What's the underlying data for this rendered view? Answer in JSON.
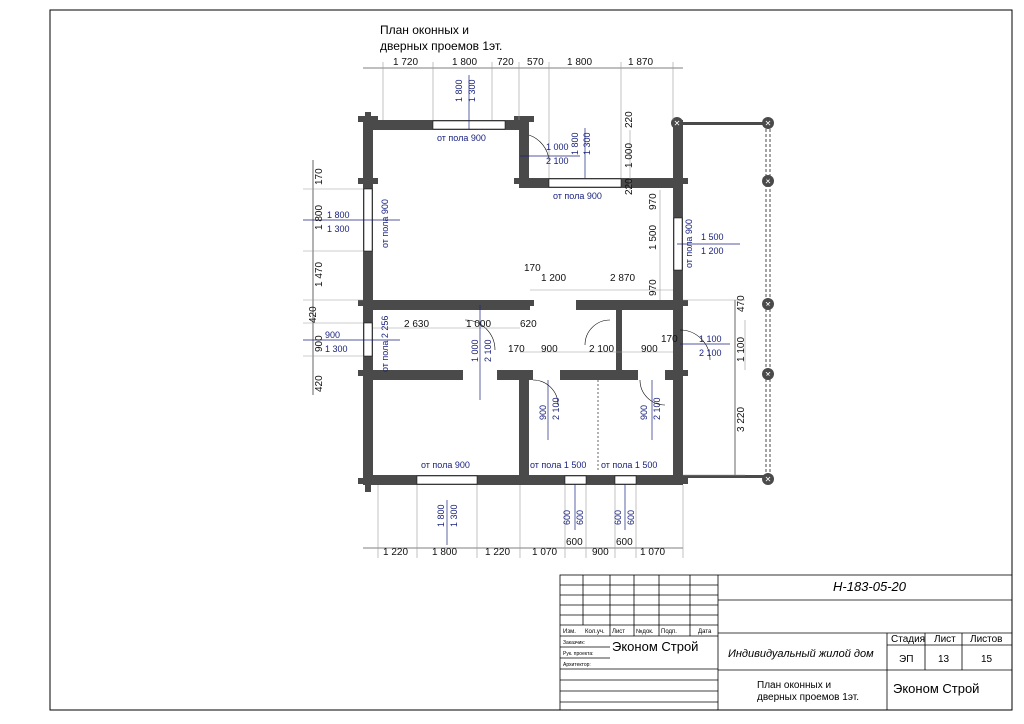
{
  "drawing": {
    "title_line1": "План оконных и",
    "title_line2": "дверных проемов 1эт.",
    "dims_top": [
      "1 720",
      "1 800",
      "720",
      "570",
      "1 800",
      "1 870"
    ],
    "dims_bottom_left": [
      "1 220",
      "1 800",
      "1 220"
    ],
    "dims_bottom_right": [
      "1 070",
      "600",
      "900",
      "600",
      "1 070"
    ],
    "dims_left": [
      "170",
      "1 800",
      "1 300",
      "1 470",
      "420",
      "900",
      "420"
    ],
    "dims_inner": [
      "170",
      "1 200",
      "2 870",
      "2 630",
      "1 000",
      "620",
      "170",
      "900",
      "2 100",
      "900",
      "170",
      "1 100",
      "2 100",
      "1 100",
      "470",
      "3 220",
      "220",
      "1 000",
      "220",
      "970",
      "1 500",
      "970"
    ],
    "window_top_left": {
      "w": "1 800",
      "h": "1 300",
      "sill": "от пола 900"
    },
    "window_top_mid": {
      "w": "1 800",
      "h": "1 300",
      "door_w": "1 000",
      "door_h": "2 100",
      "sill": "от пола 900"
    },
    "window_left": {
      "w": "1 800",
      "h": "1 300",
      "sill": "от пола 900"
    },
    "window_left_small": {
      "w": "900",
      "h": "1 300",
      "sill": "от пола 2 256"
    },
    "window_right": {
      "w": "1 500",
      "h": "1 200",
      "sill": "от пола 900"
    },
    "door_right": {
      "w": "1 100",
      "h": "2 100"
    },
    "door_inner_1": {
      "w": "1 000",
      "h": "2 100"
    },
    "door_inner_2": {
      "w": "900",
      "h": "2 100"
    },
    "door_inner_3": {
      "w": "900",
      "h": "2 100"
    },
    "window_bottom_left": {
      "w": "1 800",
      "h": "1 300",
      "sill": "от пола 900"
    },
    "window_bottom_mid": {
      "w": "600",
      "h": "600",
      "sill": "от пола 1 500"
    },
    "window_bottom_right": {
      "w": "600",
      "h": "600",
      "sill": "от пола 1 500"
    },
    "door_corridor": {
      "w": "900",
      "h": "2 100"
    }
  },
  "title_block": {
    "code": "Н-183-05-20",
    "headers": [
      "Изм.",
      "Кол.уч.",
      "Лист",
      "№док.",
      "Подп.",
      "Дата"
    ],
    "roles": [
      "Заказчик:",
      "Рук. проекта:",
      "Архитектор:"
    ],
    "company_left": "Эконом Строй",
    "project_name": "Индивидуальный жилой дом",
    "stage_header": "Стадия",
    "sheet_header": "Лист",
    "sheets_header": "Листов",
    "stage": "ЭП",
    "sheet": "13",
    "sheets": "15",
    "sheet_title_line1": "План оконных и",
    "sheet_title_line2": "дверных проемов 1эт.",
    "company_right": "Эконом Строй"
  }
}
